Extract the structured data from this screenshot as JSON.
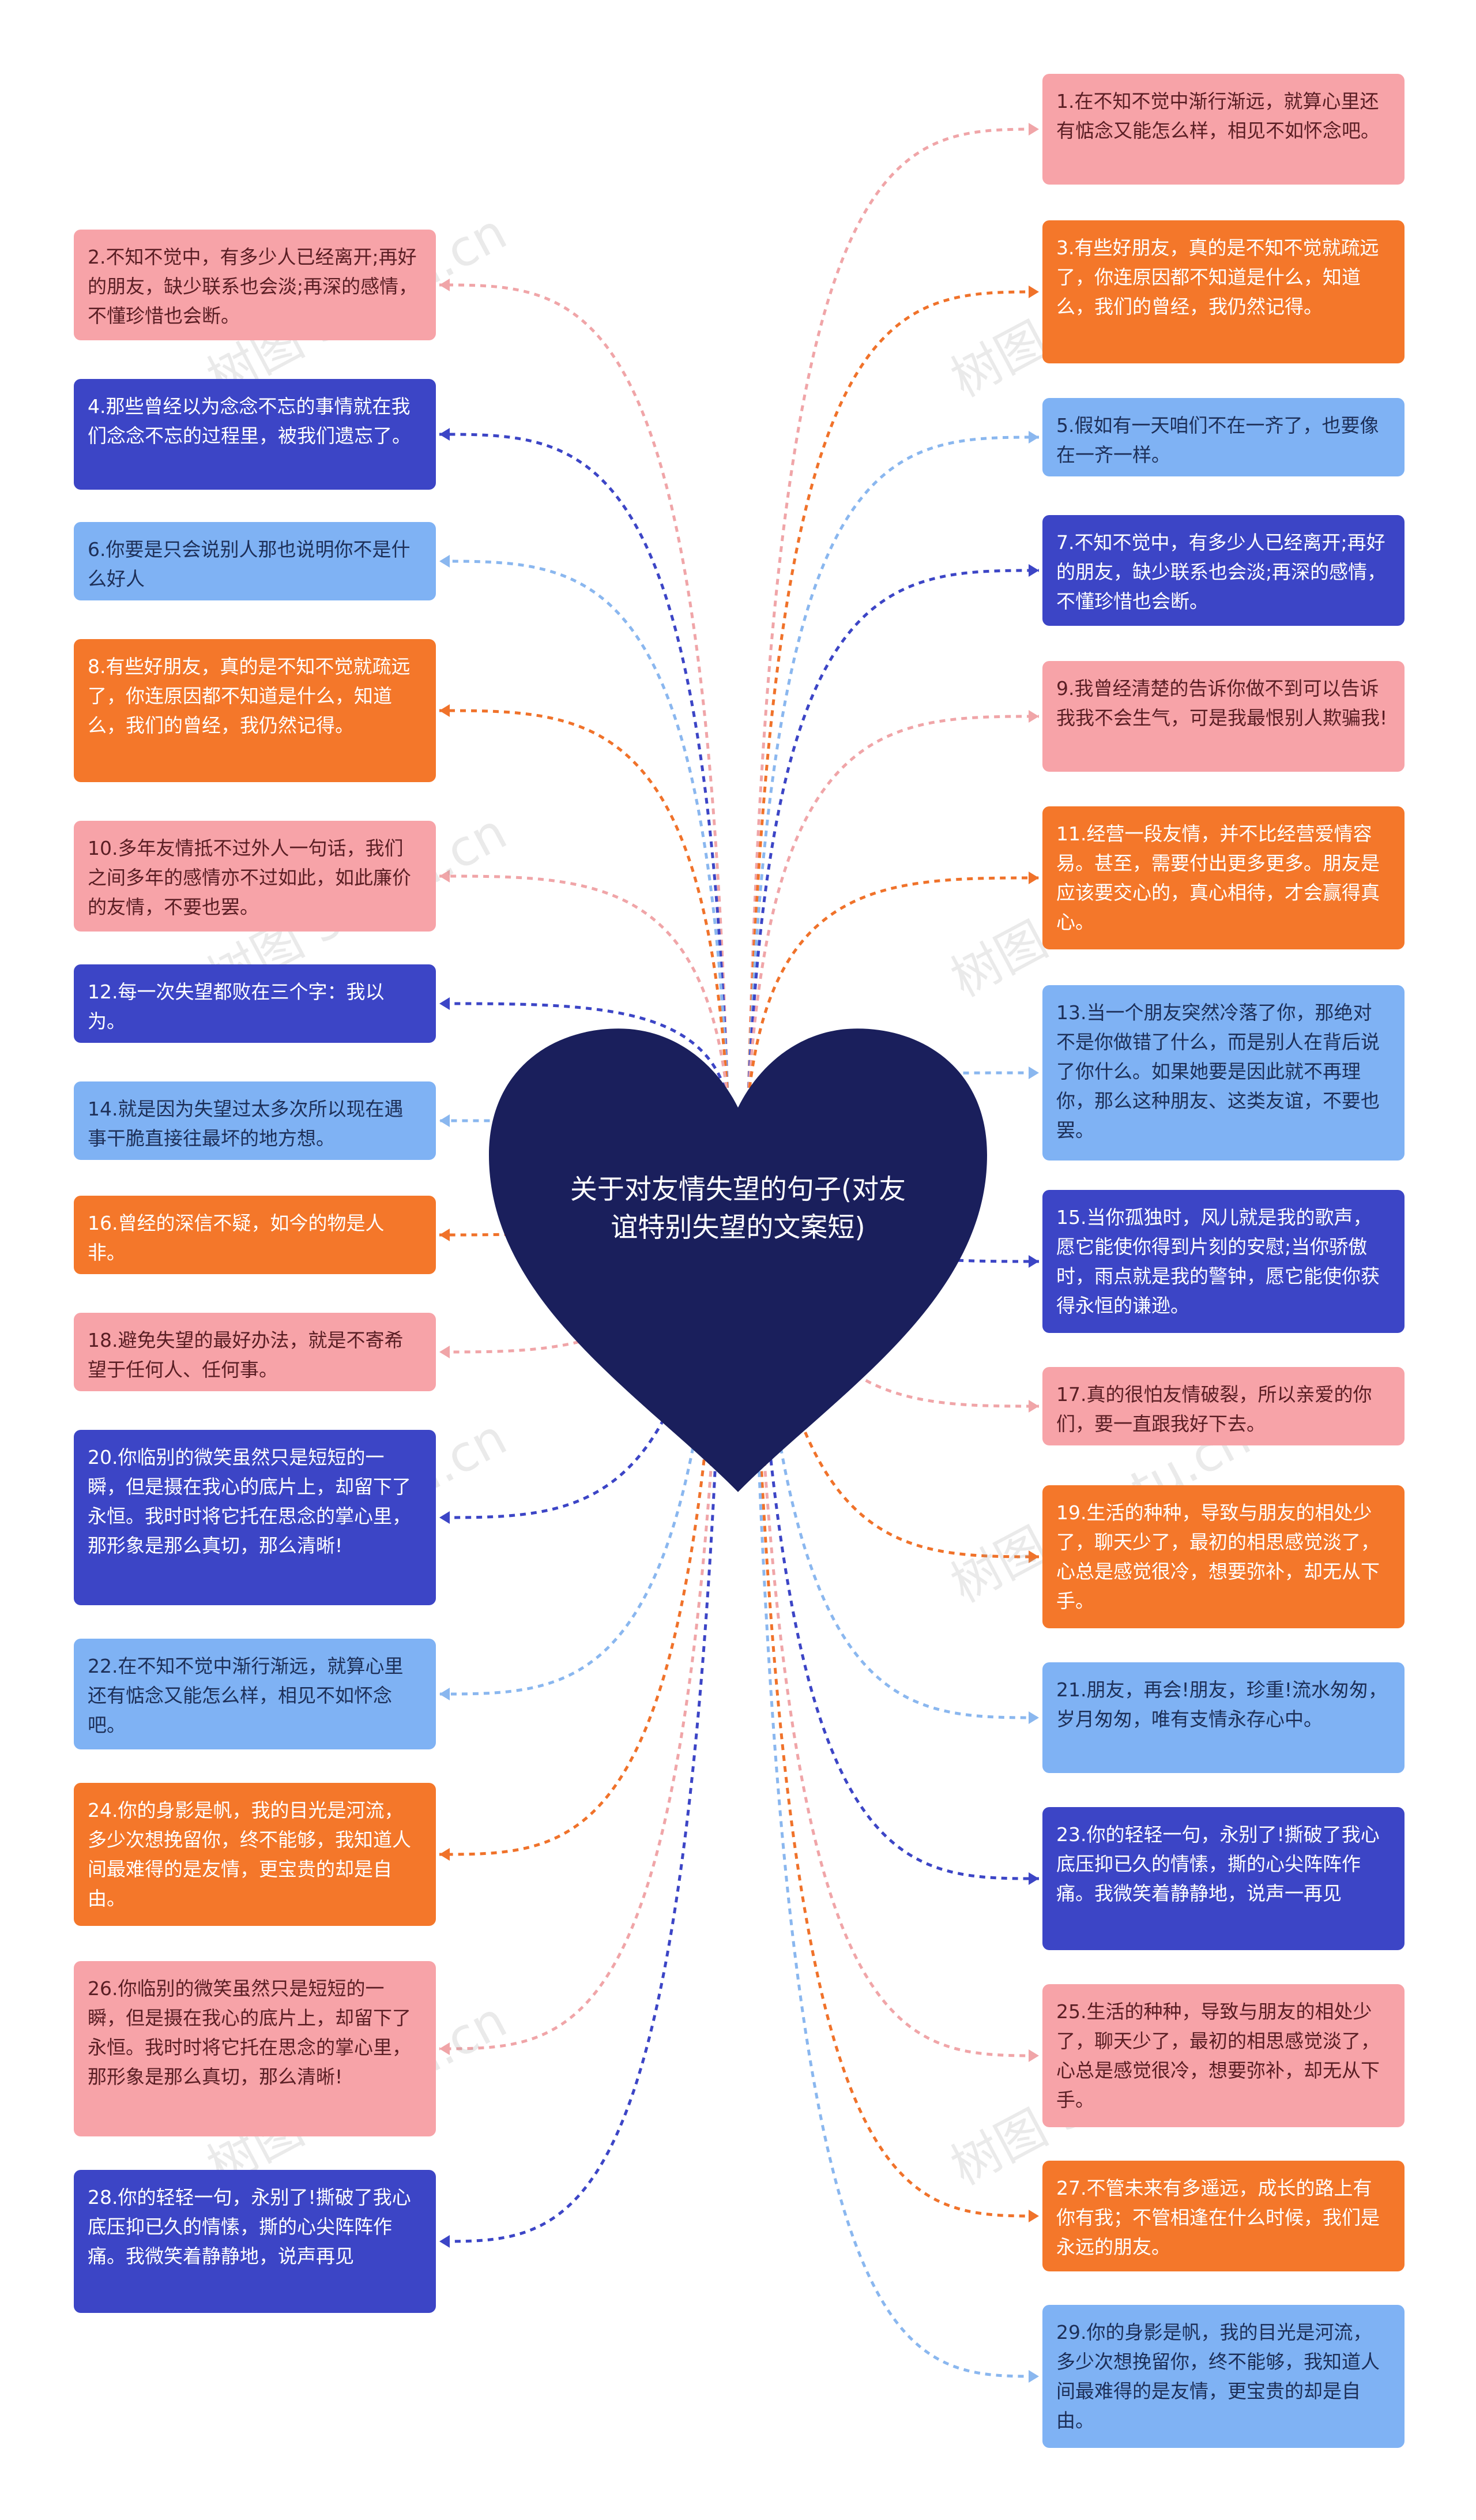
{
  "title": "关于对友情失望的句子(对友谊特别失望的文案短)",
  "watermark": "树图 shutu.cn",
  "colors": {
    "pink": "#f7a3a8",
    "orange": "#f4772a",
    "blue": "#3c45c6",
    "light": "#7fb2f4",
    "heart": "#1a1f5c"
  },
  "nodes": [
    {
      "text": "1.在不知不觉中渐行渐远，就算心里还有惦念又能怎么样，相见不如怀念吧。",
      "color": "pink"
    },
    {
      "text": "2.不知不觉中，有多少人已经离开;再好的朋友，缺少联系也会淡;再深的感情，不懂珍惜也会断。",
      "color": "pink"
    },
    {
      "text": "3.有些好朋友，真的是不知不觉就疏远了，你连原因都不知道是什么，知道么，我们的曾经，我仍然记得。",
      "color": "orange"
    },
    {
      "text": "4.那些曾经以为念念不忘的事情就在我们念念不忘的过程里，被我们遗忘了。",
      "color": "blue"
    },
    {
      "text": "5.假如有一天咱们不在一齐了，也要像在一齐一样。",
      "color": "light"
    },
    {
      "text": "6.你要是只会说别人那也说明你不是什么好人",
      "color": "light"
    },
    {
      "text": "7.不知不觉中，有多少人已经离开;再好的朋友，缺少联系也会淡;再深的感情，不懂珍惜也会断。",
      "color": "blue"
    },
    {
      "text": "8.有些好朋友，真的是不知不觉就疏远了，你连原因都不知道是什么，知道么，我们的曾经，我仍然记得。",
      "color": "orange"
    },
    {
      "text": "9.我曾经清楚的告诉你做不到可以告诉我我不会生气，可是我最恨别人欺骗我!",
      "color": "pink"
    },
    {
      "text": "10.多年友情抵不过外人一句话，我们之间多年的感情亦不过如此，如此廉价的友情，不要也罢。",
      "color": "pink"
    },
    {
      "text": "11.经营一段友情，并不比经营爱情容易。甚至，需要付出更多更多。朋友是应该要交心的，真心相待，才会赢得真心。",
      "color": "orange"
    },
    {
      "text": "12.每一次失望都败在三个字：我以为。",
      "color": "blue"
    },
    {
      "text": "13.当一个朋友突然冷落了你，那绝对不是你做错了什么，而是别人在背后说了你什么。如果她要是因此就不再理你，那么这种朋友、这类友谊，不要也罢。",
      "color": "light"
    },
    {
      "text": "14.就是因为失望过太多次所以现在遇事干脆直接往最坏的地方想。",
      "color": "light"
    },
    {
      "text": "15.当你孤独时，风儿就是我的歌声，愿它能使你得到片刻的安慰;当你骄傲时，雨点就是我的警钟，愿它能使你获得永恒的谦逊。",
      "color": "blue"
    },
    {
      "text": "16.曾经的深信不疑，如今的物是人非。",
      "color": "orange"
    },
    {
      "text": "17.真的很怕友情破裂，所以亲爱的你们，要一直跟我好下去。",
      "color": "pink"
    },
    {
      "text": "18.避免失望的最好办法，就是不寄希望于任何人、任何事。",
      "color": "pink"
    },
    {
      "text": "19.生活的种种，导致与朋友的相处少了，聊天少了，最初的相思感觉淡了，心总是感觉很冷，想要弥补，却无从下手。",
      "color": "orange"
    },
    {
      "text": "20.你临别的微笑虽然只是短短的一瞬，但是摄在我心的底片上，却留下了永恒。我时时将它托在思念的掌心里，那形象是那么真切，那么清晰!",
      "color": "blue"
    },
    {
      "text": "21.朋友，再会!朋友，珍重!流水匆匆，岁月匆匆，唯有支情永存心中。",
      "color": "light"
    },
    {
      "text": "22.在不知不觉中渐行渐远，就算心里还有惦念又能怎么样，相见不如怀念吧。",
      "color": "light"
    },
    {
      "text": "23.你的轻轻一句，永别了!撕破了我心底压抑已久的情愫，撕的心尖阵阵作痛。我微笑着静静地，说声一再见",
      "color": "blue"
    },
    {
      "text": "24.你的身影是帆，我的目光是河流，多少次想挽留你，终不能够，我知道人间最难得的是友情，更宝贵的却是自由。",
      "color": "orange"
    },
    {
      "text": "25.生活的种种，导致与朋友的相处少了，聊天少了，最初的相思感觉淡了，心总是感觉很冷，想要弥补，却无从下手。",
      "color": "pink"
    },
    {
      "text": "26.你临别的微笑虽然只是短短的一瞬，但是摄在我心的底片上，却留下了永恒。我时时将它托在思念的掌心里，那形象是那么真切，那么清晰!",
      "color": "pink"
    },
    {
      "text": "27.不管未来有多遥远，成长的路上有你有我；不管相逢在什么时候，我们是永远的朋友。",
      "color": "orange"
    },
    {
      "text": "28.你的轻轻一句，永别了!撕破了我心底压抑已久的情愫，撕的心尖阵阵作痛。我微笑着静静地，说声再见",
      "color": "blue"
    },
    {
      "text": "29.你的身影是帆，我的目光是河流，多少次想挽留你，终不能够，我知道人间最难得的是友情，更宝贵的却是自由。",
      "color": "light"
    }
  ]
}
